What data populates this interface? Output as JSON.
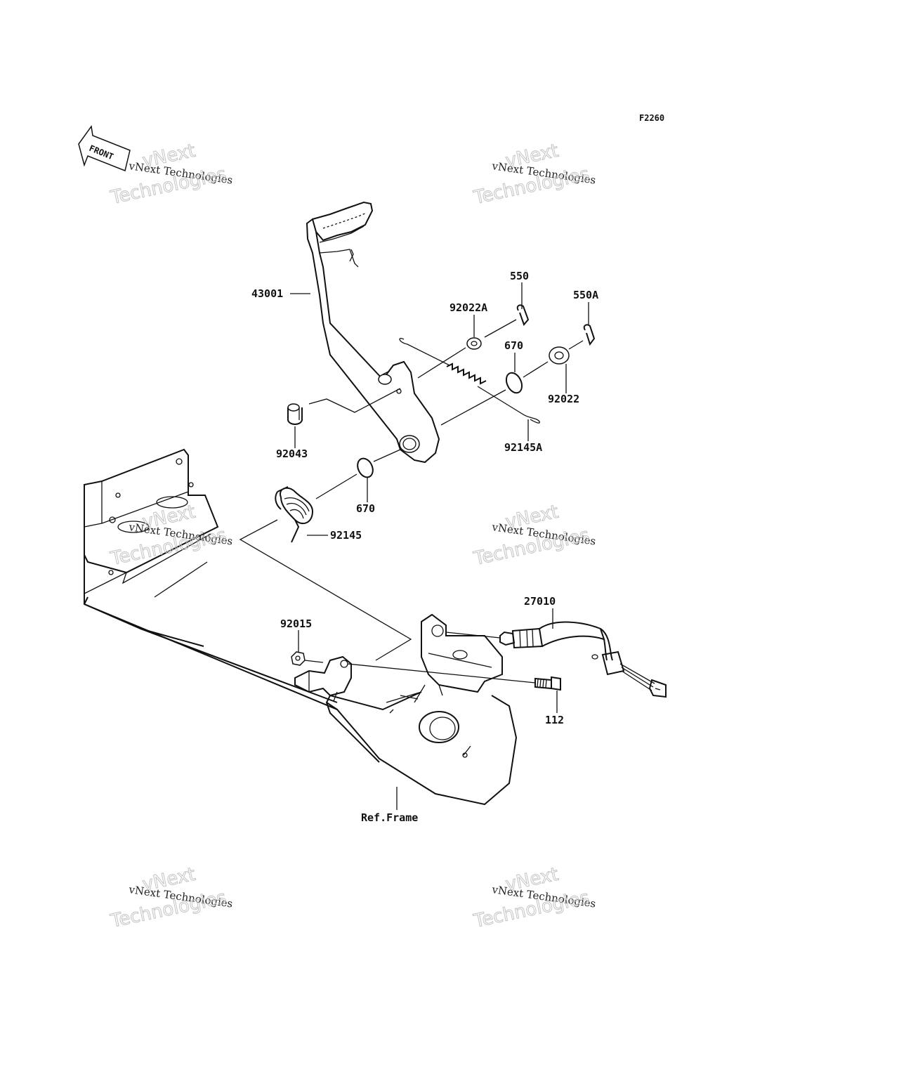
{
  "diagram_id": "F2260",
  "front_label": "FRONT",
  "watermark": {
    "line1": "vNext Technologies",
    "line2": "vNext",
    "line3": "Technologies"
  },
  "part_labels": {
    "p43001": "43001",
    "p550": "550",
    "p550A": "550A",
    "p92022A": "92022A",
    "p670_top": "670",
    "p92022": "92022",
    "p92043": "92043",
    "p92145A": "92145A",
    "p670_bottom": "670",
    "p92145": "92145",
    "p27010": "27010",
    "p92015": "92015",
    "p112": "112",
    "ref_frame": "Ref.Frame"
  }
}
